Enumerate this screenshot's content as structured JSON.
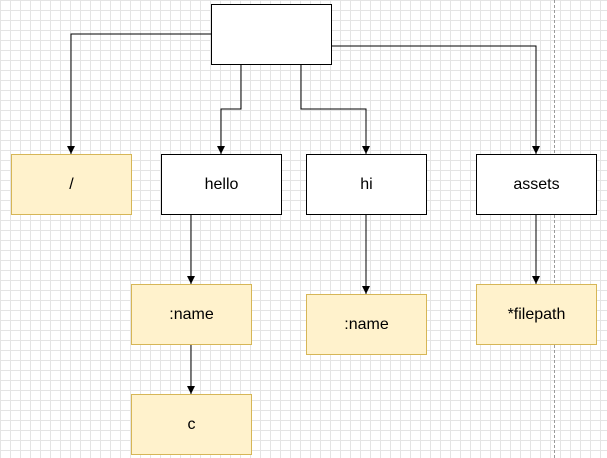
{
  "colors": {
    "grid": "#e4e4e4",
    "plain_fill": "#ffffff",
    "plain_stroke": "#000000",
    "leaf_fill": "#fff2cc",
    "leaf_stroke": "#d6b656",
    "edge": "#000000"
  },
  "nodes": {
    "root": {
      "label": "",
      "style": "plain"
    },
    "slash": {
      "label": "/",
      "style": "leaf"
    },
    "hello": {
      "label": "hello",
      "style": "plain"
    },
    "hi": {
      "label": "hi",
      "style": "plain"
    },
    "assets": {
      "label": "assets",
      "style": "plain"
    },
    "hello_name": {
      "label": ":name",
      "style": "leaf"
    },
    "hi_name": {
      "label": ":name",
      "style": "leaf"
    },
    "filepath": {
      "label": "*filepath",
      "style": "leaf"
    },
    "c": {
      "label": "c",
      "style": "leaf"
    }
  },
  "edges": [
    {
      "from": "root",
      "to": "slash"
    },
    {
      "from": "root",
      "to": "hello"
    },
    {
      "from": "root",
      "to": "hi"
    },
    {
      "from": "root",
      "to": "assets"
    },
    {
      "from": "hello",
      "to": "hello_name"
    },
    {
      "from": "hi",
      "to": "hi_name"
    },
    {
      "from": "assets",
      "to": "filepath"
    },
    {
      "from": "hello_name",
      "to": "c"
    }
  ]
}
